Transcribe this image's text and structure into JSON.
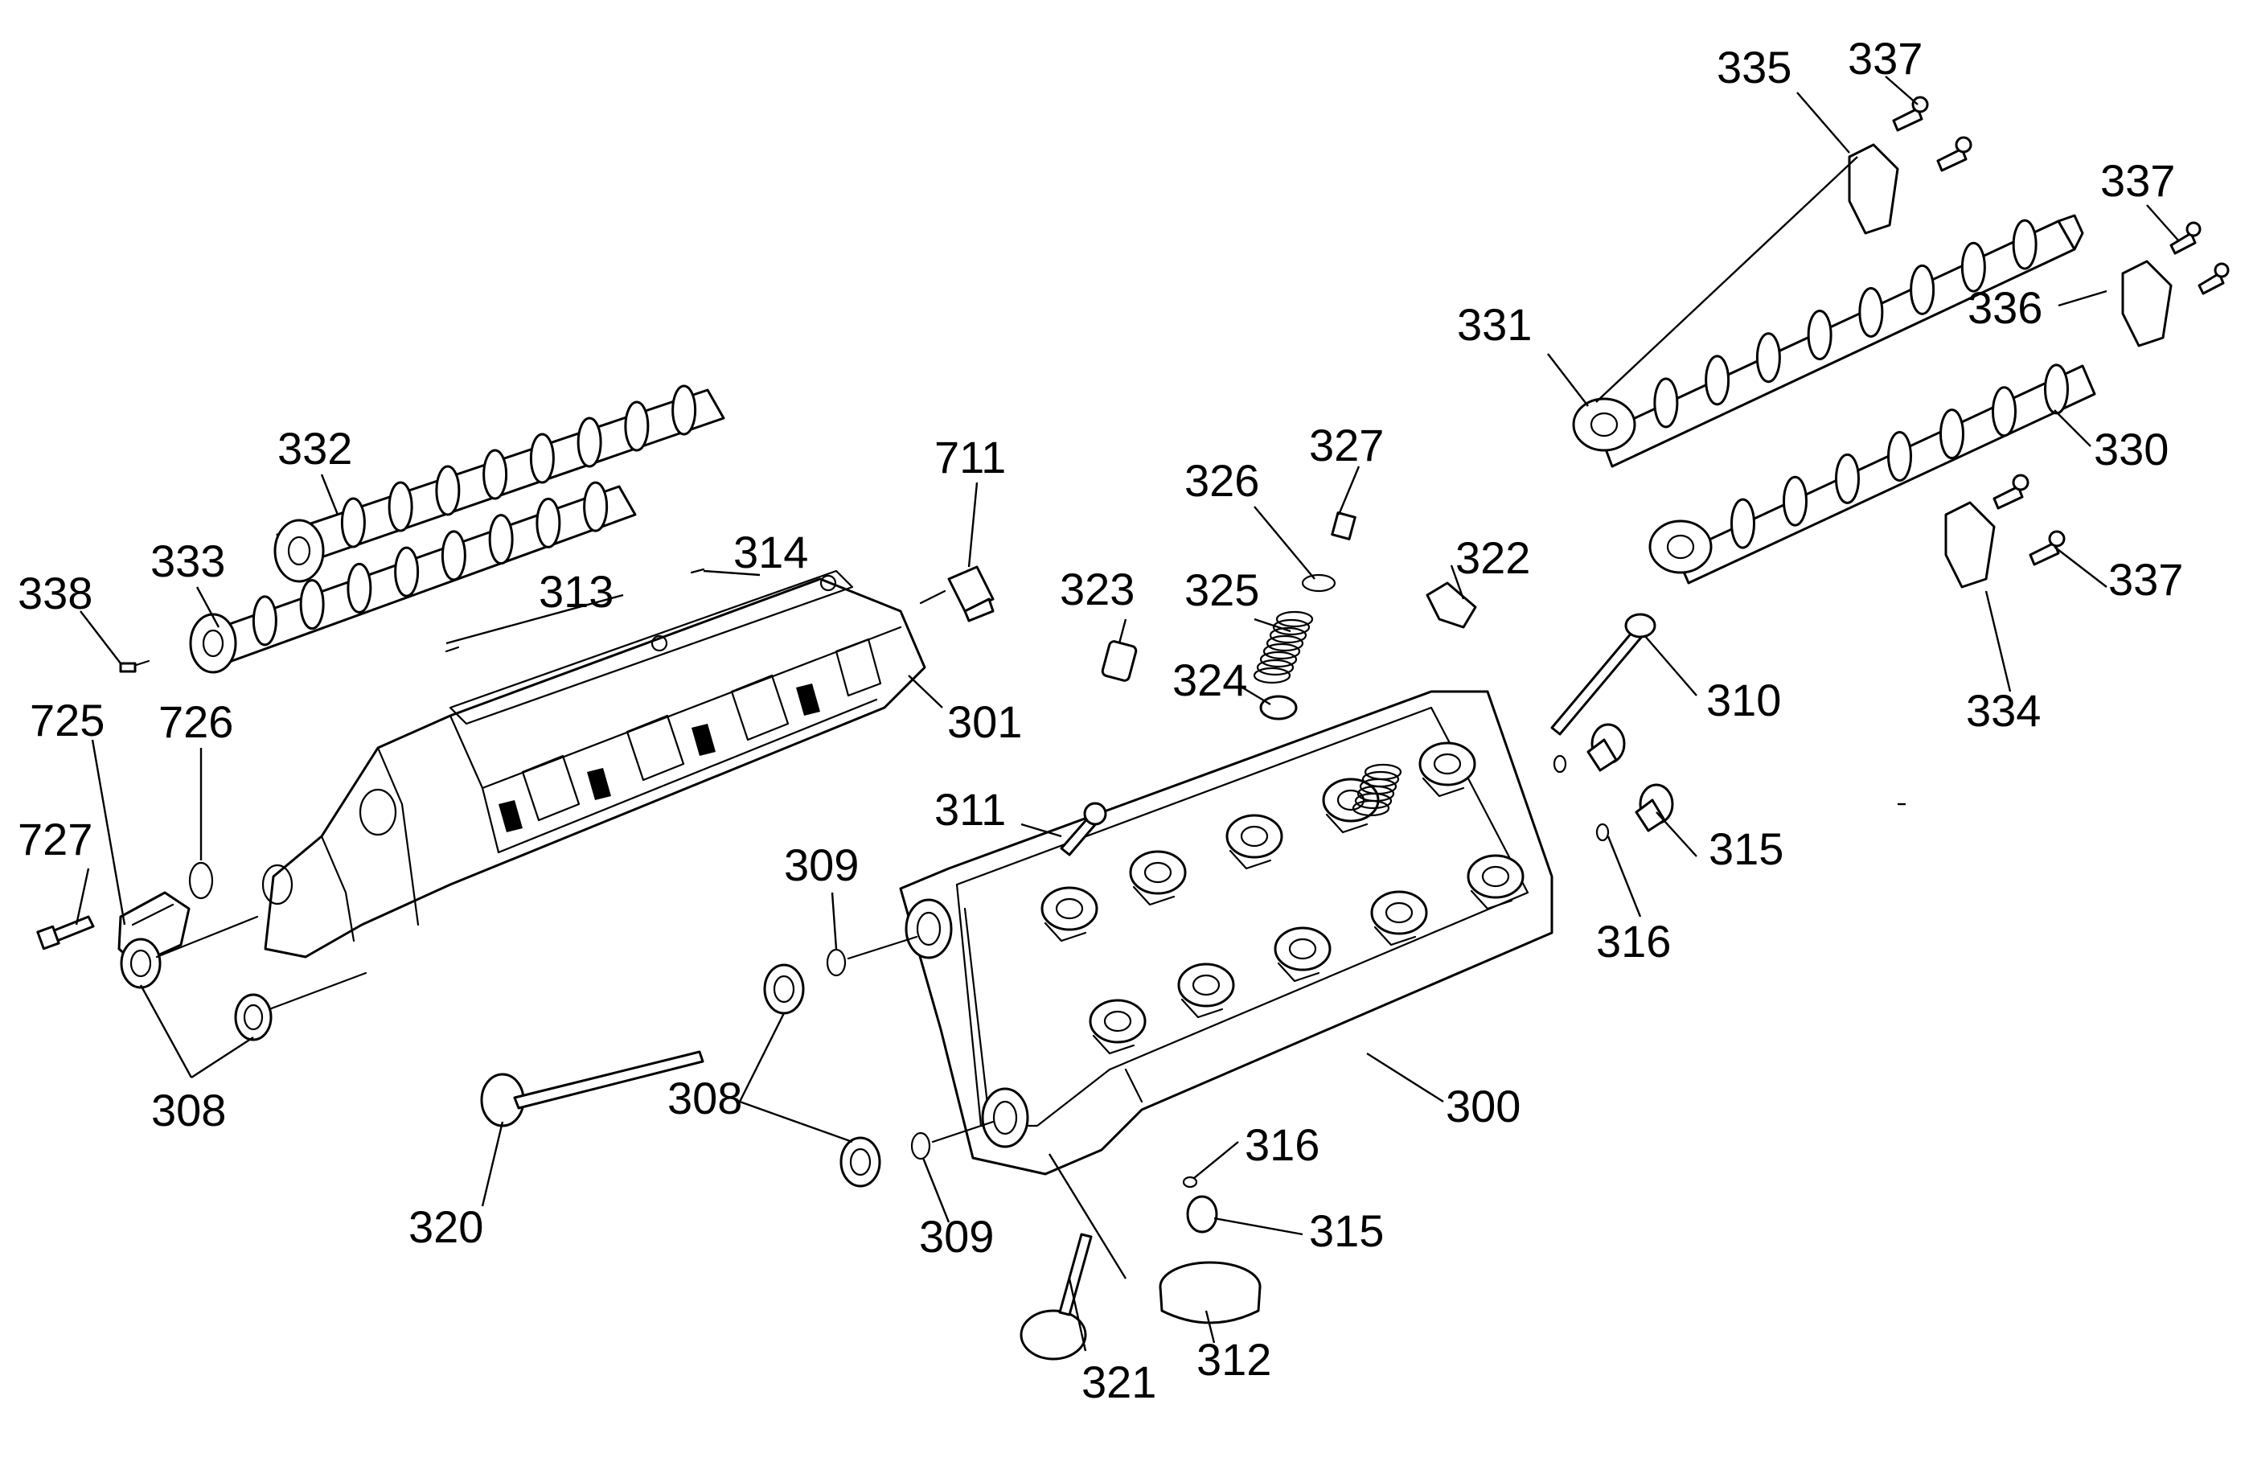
{
  "callouts": [
    {
      "id": "c335",
      "label": "335"
    },
    {
      "id": "c337a",
      "label": "337"
    },
    {
      "id": "c337b",
      "label": "337"
    },
    {
      "id": "c336",
      "label": "336"
    },
    {
      "id": "c331",
      "label": "331"
    },
    {
      "id": "c330",
      "label": "330"
    },
    {
      "id": "c337c",
      "label": "337"
    },
    {
      "id": "c334",
      "label": "334"
    },
    {
      "id": "c332",
      "label": "332"
    },
    {
      "id": "c333",
      "label": "333"
    },
    {
      "id": "c338",
      "label": "338"
    },
    {
      "id": "c313",
      "label": "313"
    },
    {
      "id": "c314",
      "label": "314"
    },
    {
      "id": "c711",
      "label": "711"
    },
    {
      "id": "c301",
      "label": "301"
    },
    {
      "id": "c725",
      "label": "725"
    },
    {
      "id": "c726",
      "label": "726"
    },
    {
      "id": "c727",
      "label": "727"
    },
    {
      "id": "c308a",
      "label": "308"
    },
    {
      "id": "c326",
      "label": "326"
    },
    {
      "id": "c327",
      "label": "327"
    },
    {
      "id": "c325",
      "label": "325"
    },
    {
      "id": "c323",
      "label": "323"
    },
    {
      "id": "c324",
      "label": "324"
    },
    {
      "id": "c322",
      "label": "322"
    },
    {
      "id": "c310",
      "label": "310"
    },
    {
      "id": "c311",
      "label": "311"
    },
    {
      "id": "c309a",
      "label": "309"
    },
    {
      "id": "c315a",
      "label": "315"
    },
    {
      "id": "c316a",
      "label": "316"
    },
    {
      "id": "c300",
      "label": "300"
    },
    {
      "id": "c308b",
      "label": "308"
    },
    {
      "id": "c320",
      "label": "320"
    },
    {
      "id": "c309b",
      "label": "309"
    },
    {
      "id": "c316b",
      "label": "316"
    },
    {
      "id": "c315b",
      "label": "315"
    },
    {
      "id": "c321",
      "label": "321"
    },
    {
      "id": "c312",
      "label": "312"
    }
  ]
}
